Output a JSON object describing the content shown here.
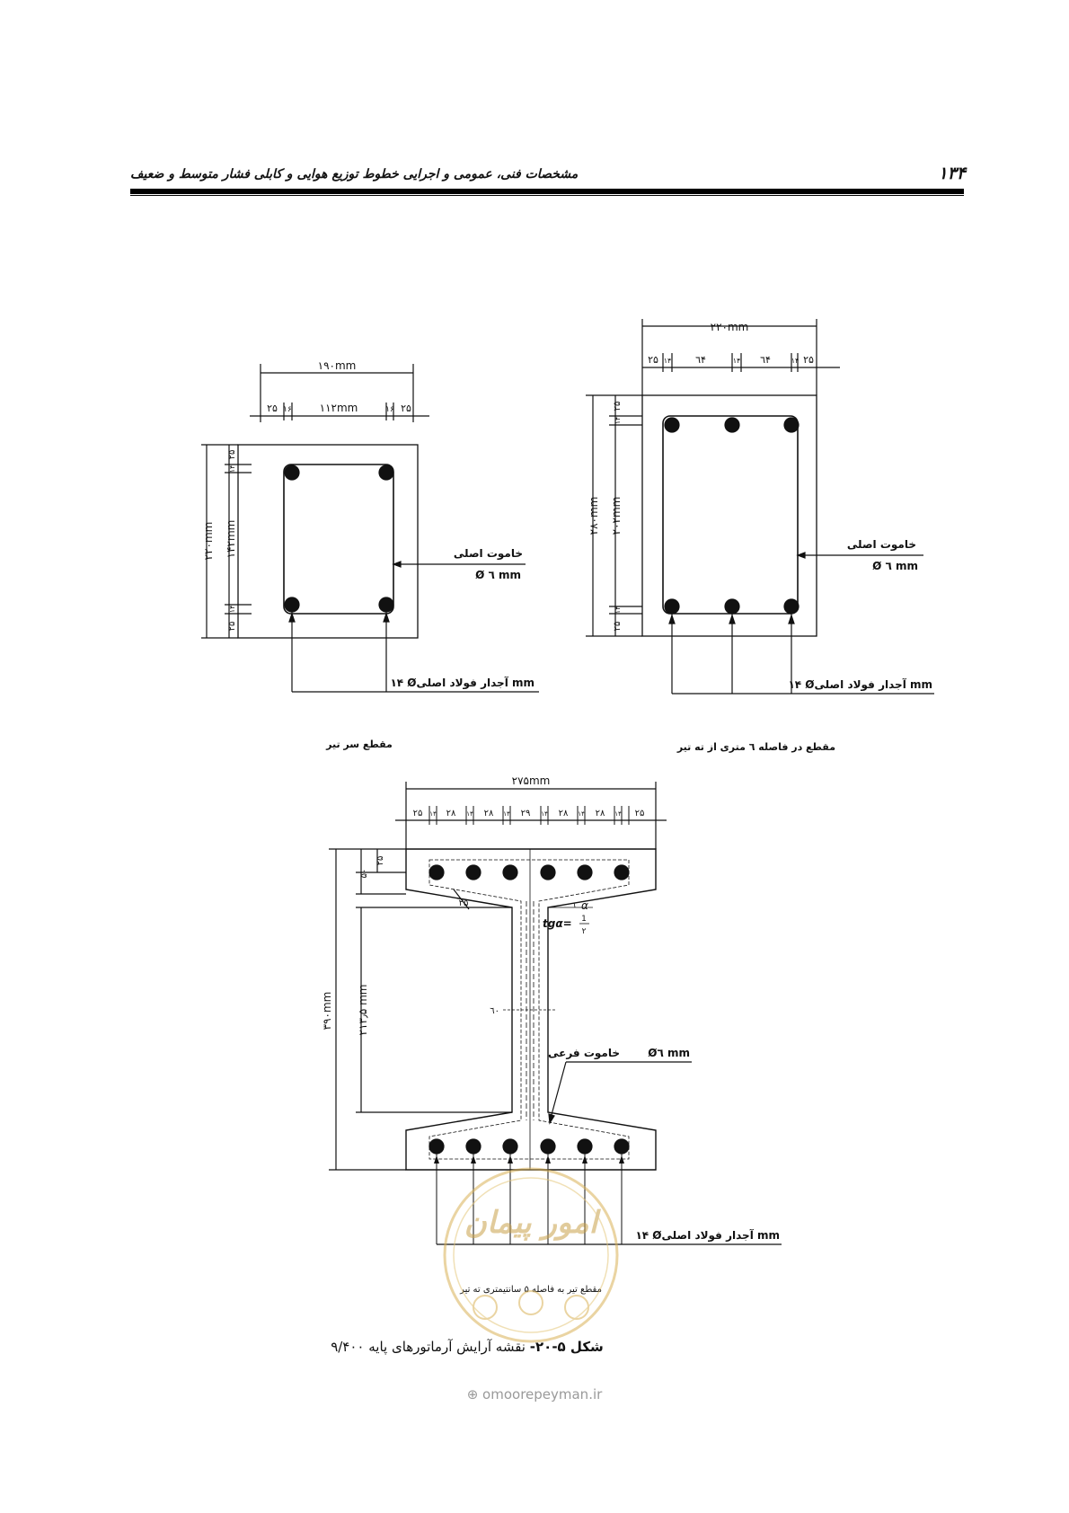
{
  "header": {
    "page_number": "۱۳۴",
    "title": "مشخصات فنی، عمومی و اجرایی خطوط توزیع هوایی و کابلی فشار متوسط و ضعیف"
  },
  "figure": {
    "section_left": {
      "label": "مقطع سر تیر",
      "overall_width": "۱۹۰mm",
      "inner_width": "۱۱۲mm",
      "top_dims": [
        "۲۵",
        "۱۶",
        "۱۶",
        "۲۵"
      ],
      "overall_height": "۲۲۰mm",
      "inner_height": "۱۴۲mm",
      "side_dims": [
        "۲۵",
        "۱۴",
        "۱۴",
        "۲۵"
      ],
      "stirrup_label": "خاموت اصلی",
      "stirrup_size": "Ø ٦ mm",
      "rebar_label": "۱۴ Øآجدار فولاد اصلی mm"
    },
    "section_right": {
      "label": "مقطع در فاصله ٦ متری از ته تیر",
      "overall_width": "۲۲۰mm",
      "top_dims": [
        "۲۵",
        "۱۴",
        "٦۴",
        "۱۴",
        "٦۴",
        "۱۴",
        "۲۵"
      ],
      "overall_height": "۲۸۰mm",
      "inner_height": "۲۰۲mm",
      "side_dims": [
        "۲۵",
        "۱۴",
        "۱۴",
        "۲۵"
      ],
      "stirrup_label": "خاموت اصلی",
      "stirrup_size": "Ø ٦ mm",
      "rebar_label": "۱۴ Øآجدار فولاد اصلی mm"
    },
    "section_bottom": {
      "label": "مقطع تیر به فاصله ۵ سانتیمتری ته تیر",
      "overall_width": "۲۷۵mm",
      "top_dims": [
        "۲۵",
        "۱۴",
        "۲۸",
        "۱۴",
        "۲۸",
        "۱۴",
        "۲۹",
        "۱۴",
        "۲۸",
        "۱۴",
        "۲۸",
        "۱۴",
        "۲۵"
      ],
      "overall_height": "۳۹۰mm",
      "web_height": "۲۱۳٫۵ mm",
      "flange_dims": [
        "۲۵",
        "۵۰"
      ],
      "diag_dim": "۲۵",
      "web_dim": "٦۰",
      "angle_label": "α",
      "slope_label": "tgα=",
      "slope_num": "1",
      "slope_den": "۲",
      "stirrup_label": "خاموت فرعی",
      "stirrup_size": "Ø٦ mm",
      "rebar_label": "۱۴ Øآجدار فولاد اصلی mm"
    }
  },
  "caption": {
    "prefix": "شکل ۵-۲۰-",
    "text": "نقشه آرایش آرماتورهای پایه ۹/۴۰۰"
  },
  "watermark": {
    "brand": "امور پیمان",
    "site": "omoorepeyman.ir"
  }
}
